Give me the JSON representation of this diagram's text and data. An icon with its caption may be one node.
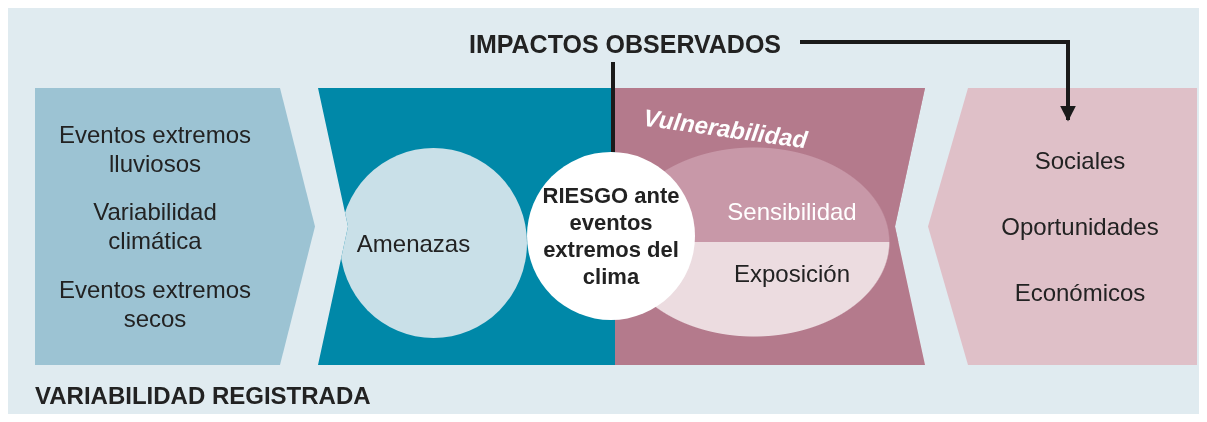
{
  "diagram": {
    "nodes": [
      {
        "text": [
          "Eventos extremos lluviosos",
          "Variabilidad climática",
          "Eventos extremos secos"
        ]
      },
      {
        "text": [],
        "shape": "box"
      },
      {
        "text": [
          "Amenazas"
        ],
        "in": 1
      },
      {
        "text": [
          "Vulnerabilidad"
        ]
      },
      {
        "text": [
          "Sensibilidad"
        ],
        "in": 3
      },
      {
        "text": [
          "Exposición"
        ],
        "in": 3
      },
      {
        "text": [
          "RIESGO ante eventos extremos del clima"
        ]
      },
      {
        "text": [
          "Sociales",
          "Oportunidades",
          "Económicos"
        ]
      },
      {
        "text": [
          "IMPACTOS OBSERVADOS"
        ]
      }
    ],
    "edges": [
      {
        "from": 8,
        "to": 6,
        "arrow": "none"
      },
      {
        "from": 8,
        "to": 7,
        "arrow": "to"
      }
    ],
    "labels": [
      "VARIABILIDAD REGISTRADA"
    ]
  }
}
